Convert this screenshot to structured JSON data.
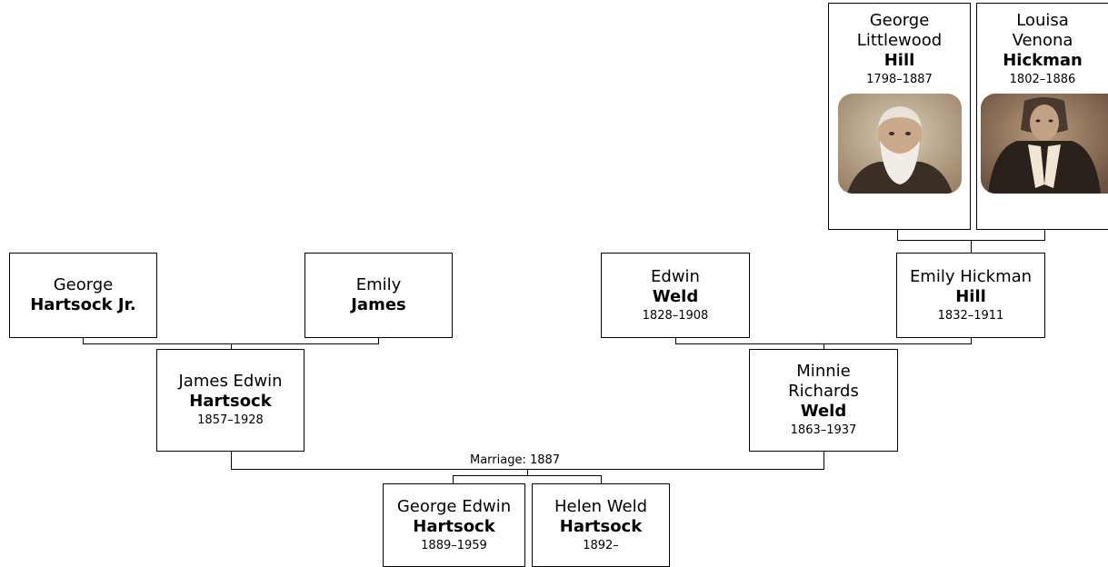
{
  "people": {
    "george_jr": {
      "given": "George",
      "surname": "Hartsock Jr.",
      "dates": ""
    },
    "emily_james": {
      "given": "Emily",
      "surname": "James",
      "dates": ""
    },
    "james_edwin": {
      "given": "James Edwin",
      "surname": "Hartsock",
      "dates": "1857–1928"
    },
    "edwin_weld": {
      "given": "Edwin",
      "surname": "Weld",
      "dates": "1828–1908"
    },
    "emily_hill": {
      "given": "Emily Hickman",
      "surname": "Hill",
      "dates": "1832–1911"
    },
    "minnie_weld": {
      "given": "Minnie Richards",
      "surname": "Weld",
      "dates": "1863–1937"
    },
    "george_littlewood": {
      "given": "George Littlewood",
      "surname": "Hill",
      "dates": "1798–1887"
    },
    "louisa_venona": {
      "given": "Louisa Venona",
      "surname": "Hickman",
      "dates": "1802–1886"
    },
    "george_edwin": {
      "given": "George Edwin",
      "surname": "Hartsock",
      "dates": "1889–1959"
    },
    "helen_weld": {
      "given": "Helen Weld",
      "surname": "Hartsock",
      "dates": "1892–"
    }
  },
  "marriage": {
    "label": "Marriage: 1887"
  },
  "colors": {
    "line": "#000000",
    "box_border": "#000000",
    "photo_bg": "#8a6a4c"
  }
}
